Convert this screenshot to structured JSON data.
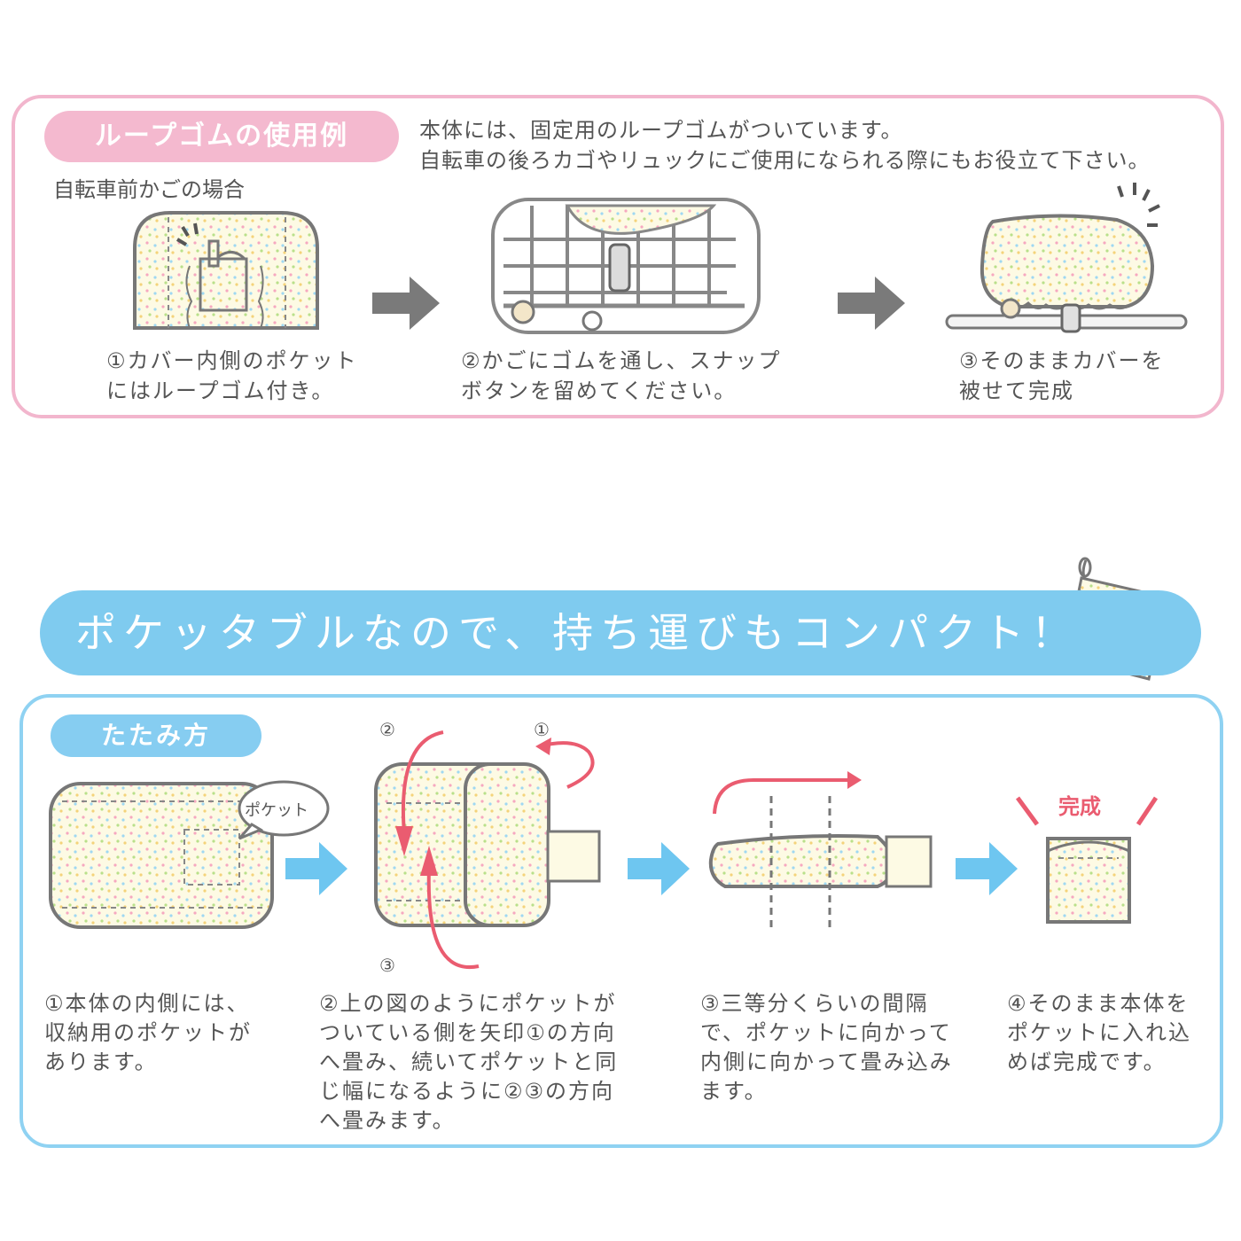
{
  "loop": {
    "title": "ループゴムの使用例",
    "intro": "本体には、固定用のループゴムがついています。\n自転車の後ろカゴやリュックにご使用になられる際にもお役立て下さい。",
    "subtitle": "自転車前かごの場合",
    "steps": [
      "①カバー内側のポケット\nにはループゴム付き。",
      "②かごにゴムを通し、スナップ\nボタンを留めてください。",
      "③そのままカバーを\n被せて完成"
    ]
  },
  "banner": {
    "text": "ポケッタブルなので、持ち運びもコンパクト！"
  },
  "fold": {
    "title": "たたみ方",
    "pocket_bubble": "ポケット",
    "markers": [
      "①",
      "②",
      "③"
    ],
    "complete_label": "完成",
    "steps": [
      "①本体の内側には、\n収納用のポケットが\nあります。",
      "②上の図のようにポケットが\nついている側を矢印①の方向\nへ畳み、続いてポケットと同\nじ幅になるように②③の方向\nへ畳みます。",
      "③三等分くらいの間隔\nで、ポケットに向かって\n内側に向かって畳み込み\nます。",
      "④そのまま本体を\nポケットに入れ込\nめば完成です。"
    ]
  },
  "colors": {
    "pink": "#f2b6cd",
    "blue": "#86cdf1",
    "arrow_gray": "#7a7a7a",
    "arrow_blue": "#6ec6f0",
    "arrow_red": "#ea5c70",
    "fabric": "#fdfae4"
  }
}
